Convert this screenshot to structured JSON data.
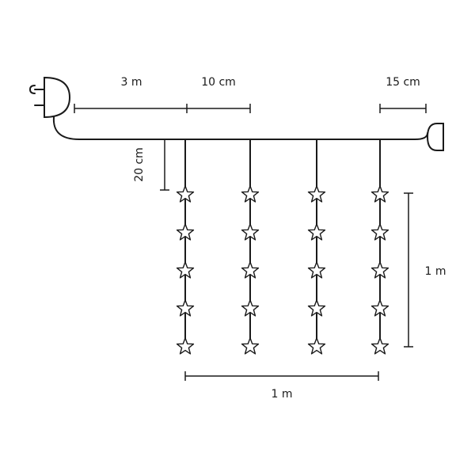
{
  "dimensions": {
    "cable_length": "3 m",
    "strand_spacing": "10 cm",
    "end_cable": "15 cm",
    "drop_length": "20 cm",
    "curtain_height": "1 m",
    "curtain_width": "1 m"
  },
  "strands": [
    {
      "stars": 5
    },
    {
      "stars": 5
    },
    {
      "stars": 5
    },
    {
      "stars": 5
    }
  ]
}
